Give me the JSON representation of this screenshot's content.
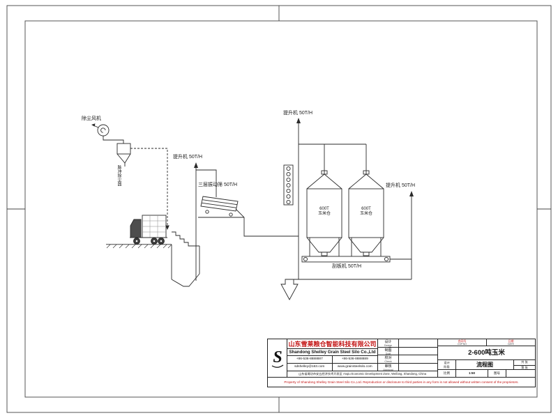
{
  "diagram": {
    "dust_fan_label": "除尘风机",
    "dust_collector_label": "脉冲除尘器",
    "elevator1_label": "提升机 50T/H",
    "elevator2_label": "提升机 50T/H",
    "elevator3_label": "提升机 50T/H",
    "screen_label": "三层振动筛 50T/H",
    "scraper_label": "刮板机 50T/H",
    "silo1": {
      "line1": "600T",
      "line2": "玉米仓"
    },
    "silo2": {
      "line1": "600T",
      "line2": "玉米仓"
    }
  },
  "title_block": {
    "logo_letter": "S",
    "company_cn": "山东雪莱粮仓智能科技有限公司",
    "company_en": "Shandong Shelley Grain Steel Silo Co.,Ltd",
    "phone1": "+86-536-8888887",
    "phone2": "+86-536-8888889",
    "email": "sdshelley@163.com",
    "website": "www.grainsteelsilo.com",
    "address": "山东省潍坊市安丘经济技术开发区",
    "address_en": "Anqiu Economic Development Zone, Weifang, Shandong, China",
    "fields": [
      {
        "label": "设计",
        "label_en": "Design",
        "value": ""
      },
      {
        "label": "制图",
        "label_en": "Draft",
        "value": ""
      },
      {
        "label": "校对",
        "label_en": "Check",
        "value": ""
      },
      {
        "label": "审核",
        "label_en": "Approval",
        "value": ""
      }
    ],
    "contract_label": "合同号",
    "contract_label_en": "COP.NO",
    "date_label": "日期",
    "date_label_en": "DATE",
    "project_name": "2-600吨玉米",
    "stage_line1": "设计",
    "stage_line2": "阶段",
    "drawing_name": "流程图",
    "sheets_total": "共 张",
    "sheets_current": "第 张",
    "scale_label": "比例",
    "scale_value": "1:50",
    "fig_label": "图号",
    "fig_value": "",
    "disclaimer": "Property of Shandong Shelley Grain Steel Silo Co.,Ltd. Reproduction or disclosure to third parties in any form is not allowed without written consent of the proprietors."
  }
}
